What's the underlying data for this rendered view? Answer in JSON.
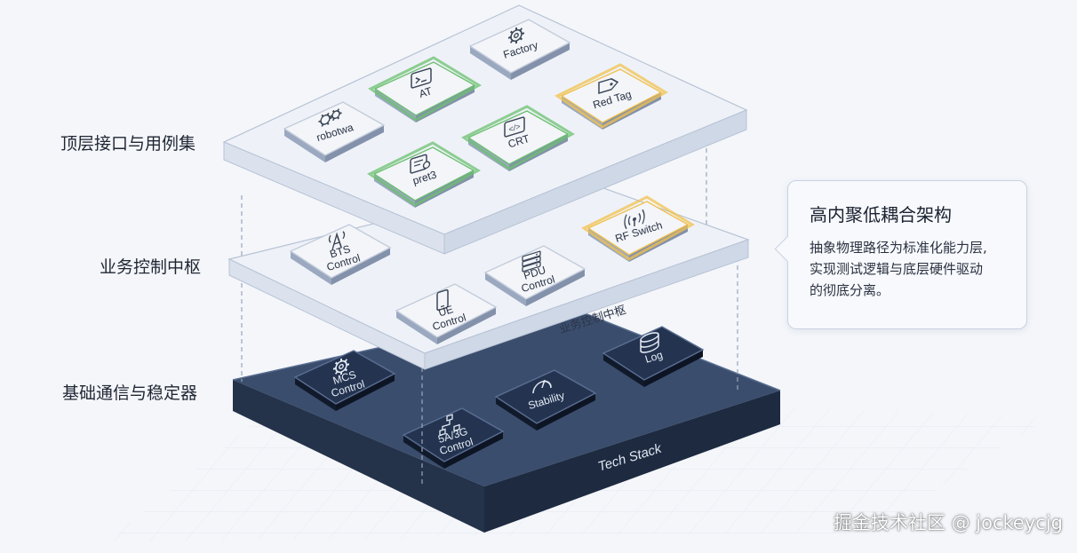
{
  "layers": {
    "top": {
      "label": "顶层接口与用例集",
      "cards": [
        {
          "label": "Factory",
          "icon": "gear-icon",
          "style": "gray"
        },
        {
          "label": "AT",
          "icon": "terminal-icon",
          "style": "green"
        },
        {
          "label": "Red Tag",
          "icon": "tag-icon",
          "style": "yellow"
        },
        {
          "label": "robotwa",
          "icon": "gears-icon",
          "style": "gray"
        },
        {
          "label": "CRT",
          "icon": "code-window-icon",
          "style": "green"
        },
        {
          "label": "pret3",
          "icon": "document-search-icon",
          "style": "green"
        }
      ]
    },
    "middle": {
      "label": "业务控制中枢",
      "plate_caption": "业务控制中枢",
      "cards": [
        {
          "label": "BTS\nControl",
          "icon": "antenna-tower-icon",
          "style": "gray"
        },
        {
          "label": "PDU\nControl",
          "icon": "server-rack-icon",
          "style": "gray"
        },
        {
          "label": "RF Switch",
          "icon": "wireless-signal-icon",
          "style": "yellow"
        },
        {
          "label": "UE\nControl",
          "icon": "mobile-phone-icon",
          "style": "gray"
        }
      ]
    },
    "bottom": {
      "label": "基础通信与稳定器",
      "plate_caption": "Tech Stack",
      "cards": [
        {
          "label": "MCS\nControl",
          "icon": "gear-icon",
          "style": "dark"
        },
        {
          "label": "Stability",
          "icon": "gauge-icon",
          "style": "dark"
        },
        {
          "label": "Log",
          "icon": "database-icon",
          "style": "dark"
        },
        {
          "label": "5A/3G\nControl",
          "icon": "network-nodes-icon",
          "style": "dark"
        }
      ]
    }
  },
  "callout": {
    "title": "高内聚低耦合架构",
    "lines": [
      "抽象物理路径为标准化能力层,",
      "实现测试逻辑与底层硬件驱动",
      "的彻底分离。"
    ]
  },
  "watermark": "掘金技术社区 @ jockeycjg",
  "colors": {
    "plate_light": "#eef2f8",
    "plate_dark": "#2e3f5c",
    "green_glow": "#6cc070",
    "yellow_glow": "#f2c14e",
    "card_face": "#f3f5f9"
  }
}
